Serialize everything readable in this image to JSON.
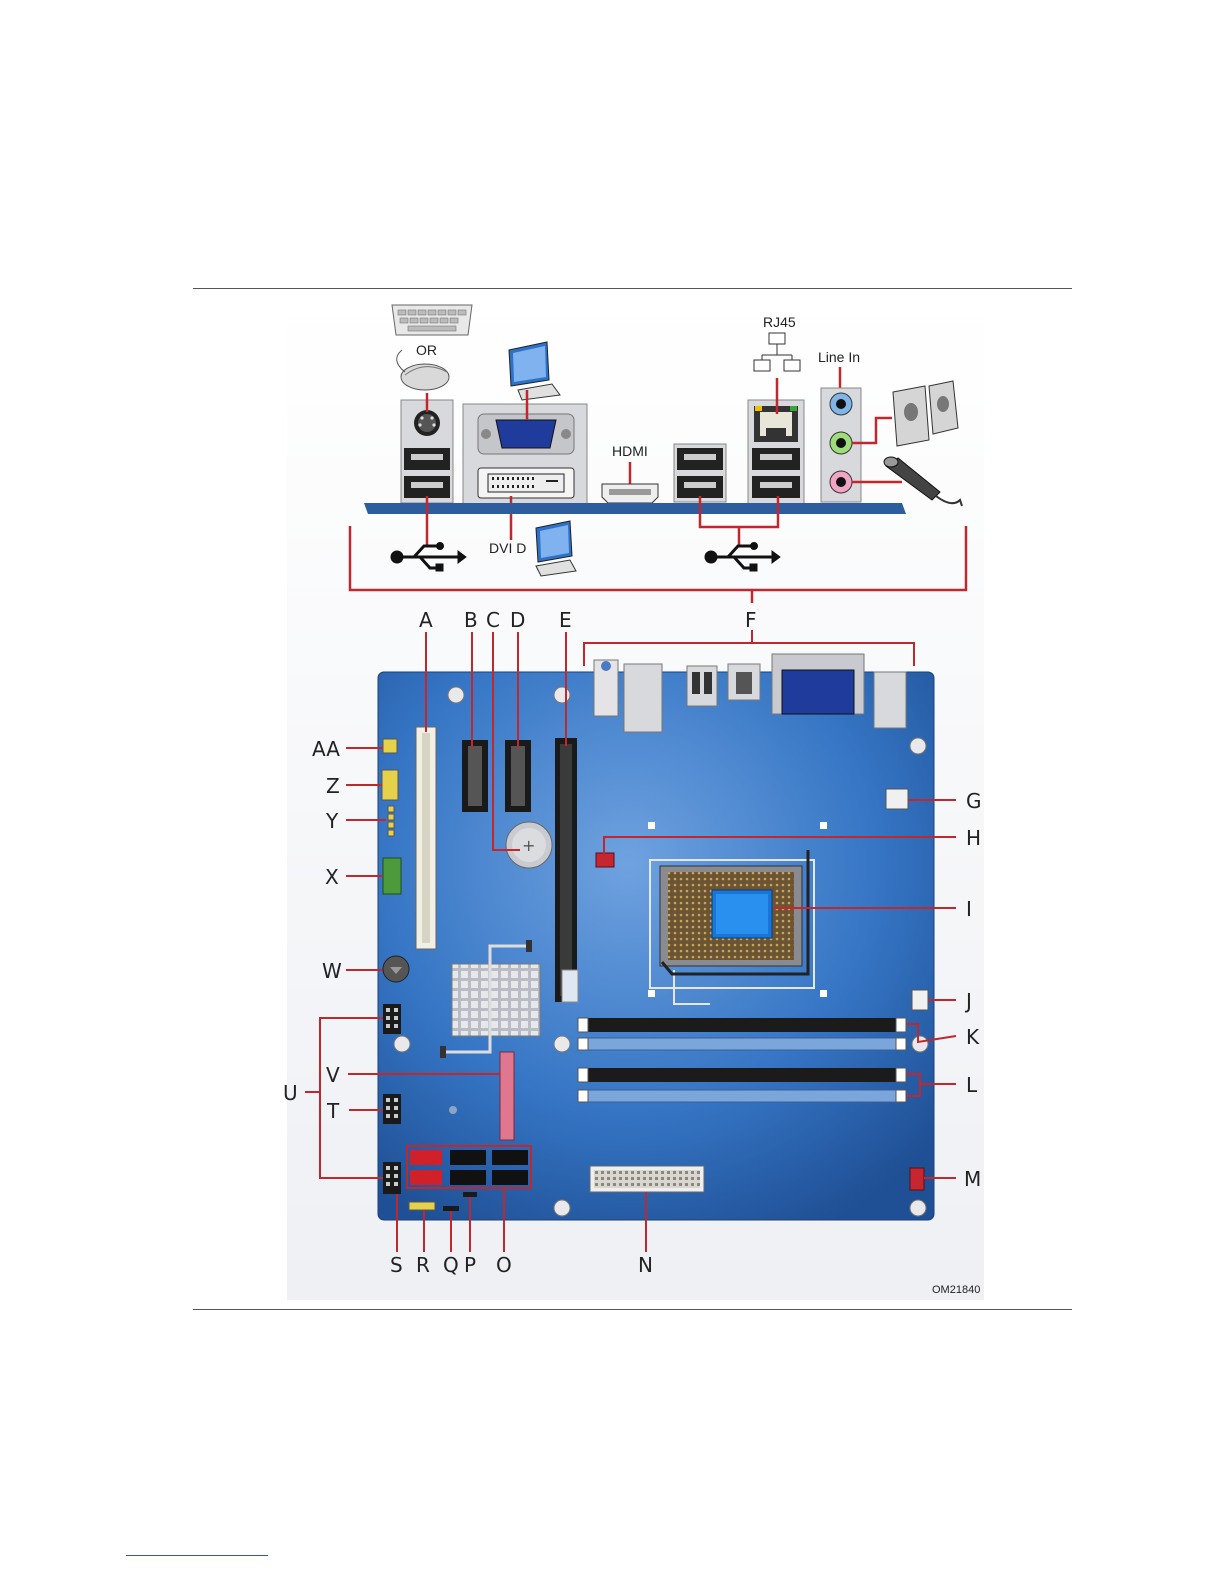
{
  "io_panel": {
    "or_label": "OR",
    "hdmi_label": "HDMI",
    "dvi_label": "DVI D",
    "rj45_label": "RJ45",
    "line_in_label": "Line In"
  },
  "callouts": [
    "A",
    "B",
    "C",
    "D",
    "E",
    "F",
    "G",
    "H",
    "I",
    "J",
    "K",
    "L",
    "M",
    "N",
    "O",
    "P",
    "Q",
    "R",
    "S",
    "T",
    "U",
    "V",
    "W",
    "X",
    "Y",
    "Z",
    "AA"
  ],
  "figure_id": "OM21840",
  "colors": {
    "board_blue": "#2d6cb5",
    "panel_blue": "#2e5d9e",
    "leader_red": "#c0282d",
    "usb_black": "#111111"
  }
}
